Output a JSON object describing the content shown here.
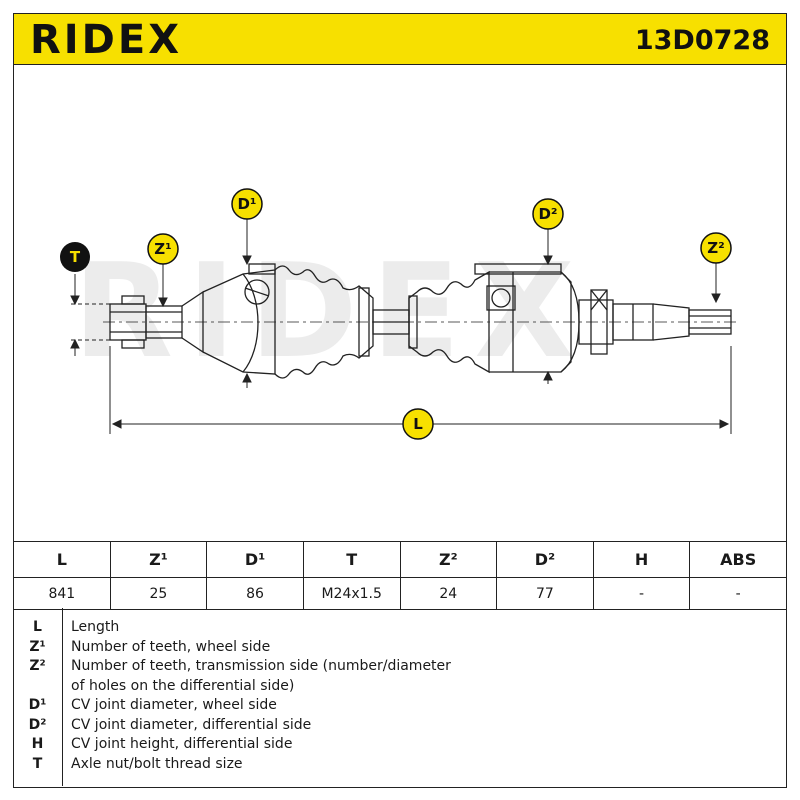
{
  "header": {
    "brand": "RIDEX",
    "part_number": "13D0728"
  },
  "drawing": {
    "watermark": "RIDEX",
    "labels": {
      "T": "T",
      "Z1": "Z¹",
      "D1": "D¹",
      "D2": "D²",
      "Z2": "Z²",
      "L": "L"
    }
  },
  "specs": {
    "headers": [
      "L",
      "Z¹",
      "D¹",
      "T",
      "Z²",
      "D²",
      "H",
      "ABS"
    ],
    "values": [
      "841",
      "25",
      "86",
      "M24x1.5",
      "24",
      "77",
      "-",
      "-"
    ]
  },
  "legend": [
    {
      "key": "L",
      "text": "Length"
    },
    {
      "key": "Z¹",
      "text": "Number of teeth, wheel side"
    },
    {
      "key": "Z²",
      "text": "Number of teeth, transmission side (number/diameter"
    },
    {
      "key": "",
      "text": "of holes on the differential side)"
    },
    {
      "key": "D¹",
      "text": "CV joint diameter, wheel side"
    },
    {
      "key": "D²",
      "text": "CV joint diameter, differential side"
    },
    {
      "key": "H",
      "text": "CV joint height, differential side"
    },
    {
      "key": "T",
      "text": "Axle nut/bolt thread size"
    }
  ],
  "colors": {
    "brand_yellow": "#f7e000",
    "line": "#222222",
    "watermark": "#ececec"
  }
}
